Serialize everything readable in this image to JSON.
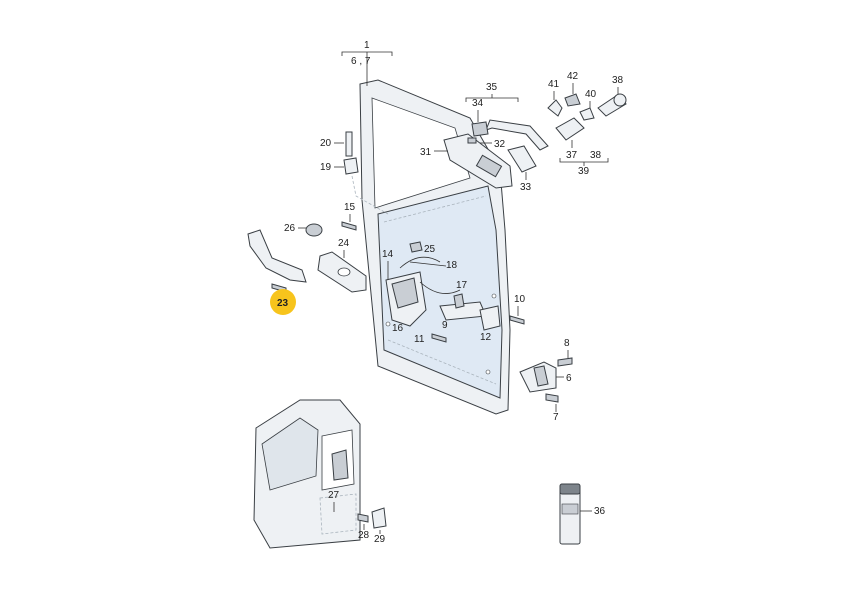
{
  "callouts": {
    "c1": "1",
    "c67": "6 , 7",
    "c35": "35",
    "c34": "34",
    "c32": "32",
    "c31": "31",
    "c33": "33",
    "c41": "41",
    "c42": "42",
    "c38a": "38",
    "c40": "40",
    "c37": "37",
    "c38b": "38",
    "c39": "39",
    "c20": "20",
    "c19": "19",
    "c15": "15",
    "c26": "26",
    "c24": "24",
    "c25": "25",
    "c14": "14",
    "c18": "18",
    "c17": "17",
    "c23": "23",
    "c10": "10",
    "c9": "9",
    "c16": "16",
    "c11": "11",
    "c12": "12",
    "c8": "8",
    "c6": "6",
    "c7": "7",
    "c27": "27",
    "c28": "28",
    "c29": "29",
    "c36": "36"
  },
  "colors": {
    "highlight": "#f7c41c",
    "part_fill": "#eef1f4",
    "outline": "#3a3f44"
  },
  "selected_part": "23"
}
